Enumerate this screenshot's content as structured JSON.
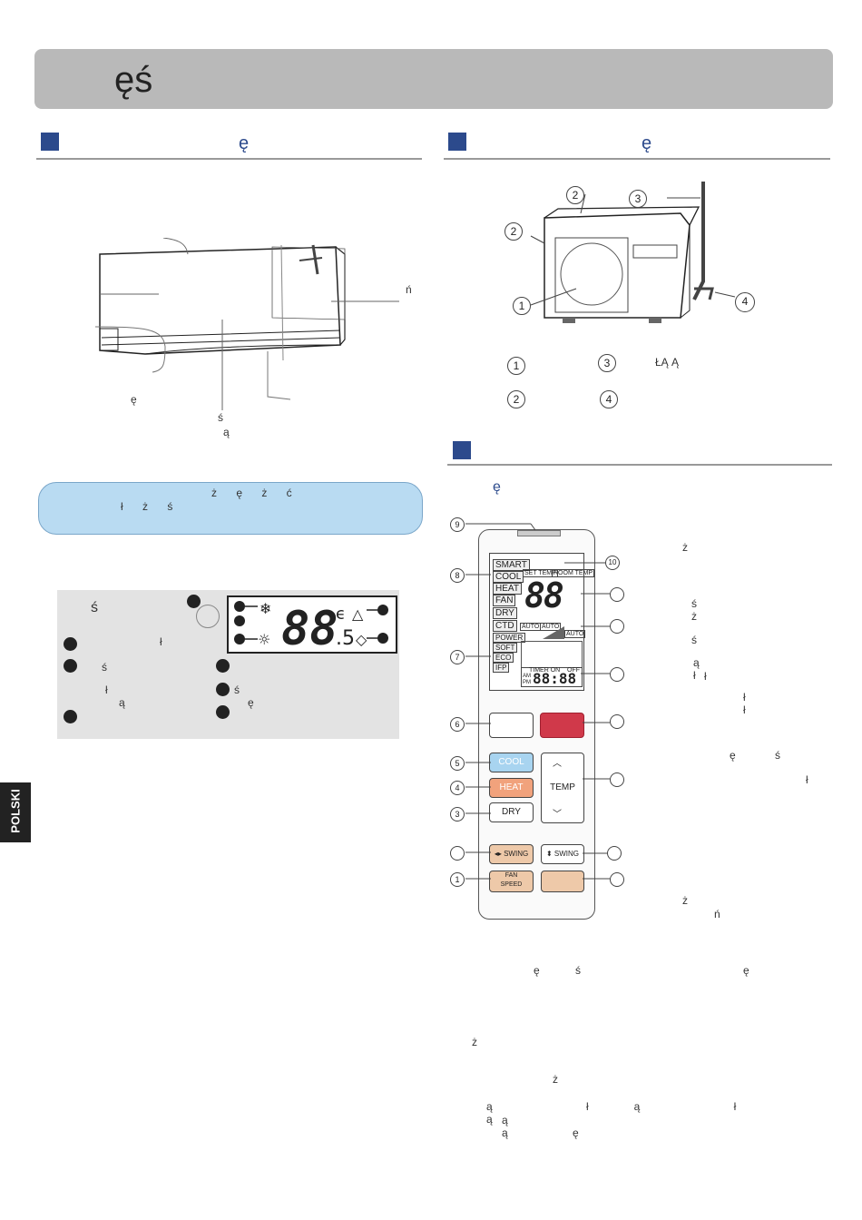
{
  "header": {
    "title": "ęś"
  },
  "sections": {
    "indoor": {
      "title": "ę"
    },
    "outdoor": {
      "title": "ę"
    },
    "remote": {
      "title": "ę"
    }
  },
  "indoor_labels": {
    "a": "ń",
    "b": "ę",
    "c": "ś",
    "d": "ą"
  },
  "callout": {
    "line1": "ż ę ż ć",
    "line2": "ł ż ś"
  },
  "display_panel": {
    "t1": "ś",
    "t2": "ł",
    "t3": "ś",
    "t4": "ł ś",
    "t5": "ą ę"
  },
  "outdoor_diagram": {
    "n1": "1",
    "n2": "2",
    "n3": "3",
    "n4": "4"
  },
  "outdoor_legend": {
    "n1": "1",
    "n2": "2",
    "n3": "3",
    "n4": "4",
    "t3": "ŁĄ Ą"
  },
  "remote_callouts": {
    "c1": "1",
    "c3": "3",
    "c4": "4",
    "c5": "5",
    "c6": "6",
    "c7": "7",
    "c8": "8",
    "c9": "9",
    "c10": "10"
  },
  "remote_screen": {
    "modes": [
      "SMART",
      "COOL",
      "HEAT",
      "FAN",
      "DRY",
      "CTD"
    ],
    "set_temp": "SET TEMP",
    "room_temp": "ROOM TEMP",
    "auto": "AUTO",
    "auto2": "AUTO",
    "fan_auto": "AUTO",
    "submodes": [
      "POWER",
      "SOFT",
      "ECO",
      "IFP"
    ],
    "timer": "TIMER ON",
    "timer_off": "OFF",
    "am": "AM",
    "pm": "PM"
  },
  "remote_buttons": {
    "cool": "COOL",
    "heat": "HEAT",
    "dry": "DRY",
    "temp": "TEMP",
    "swing_h": "SWING",
    "swing_v": "SWING",
    "fan": "FAN",
    "speed": "SPEED"
  },
  "remote_desc": {
    "d1": "ż",
    "d2": "ś ż",
    "d3": "ś",
    "d4": "ą ł",
    "d5": "ł",
    "d6": "ł ł",
    "d7": "ę ś",
    "d8": "ł",
    "d9": "ż",
    "d10": "ń"
  },
  "bottom_notes": {
    "b1": "ę ś",
    "b2": "ę",
    "b3": "ż",
    "b4": "ż",
    "b5": "ą łą ł ą",
    "b6": "ą",
    "b7": "ą ę"
  },
  "side_tab": {
    "label": "POLSKI"
  }
}
